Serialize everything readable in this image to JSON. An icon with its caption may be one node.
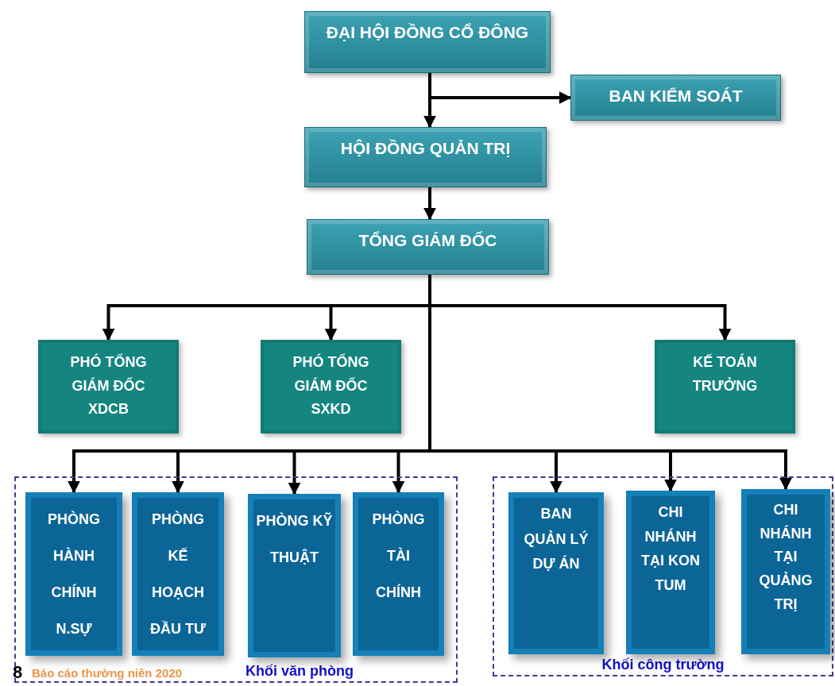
{
  "diagram": {
    "nodes": [
      {
        "text": [
          "ĐẠI HỘI ĐỒNG CỔ ĐÔNG"
        ]
      },
      {
        "text": [
          "BAN KIỂM SOÁT"
        ]
      },
      {
        "text": [
          "HỘI ĐỒNG QUẢN TRỊ"
        ]
      },
      {
        "text": [
          "TỔNG GIÁM ĐỐC"
        ]
      },
      {
        "text": [
          "PHÓ TỔNG GIÁM ĐỐC XDCB"
        ]
      },
      {
        "text": [
          "PHÓ TỔNG GIÁM ĐỐC SXKD"
        ]
      },
      {
        "text": [
          "KẾ TOÁN TRƯỞNG"
        ]
      },
      {
        "text": [
          "Khối văn phòng"
        ]
      },
      {
        "text": [
          "PHÒNG HÀNH CHÍNH N.SỰ"
        ],
        "in": 7
      },
      {
        "text": [
          "PHÒNG KẾ HOẠCH ĐẦU TƯ"
        ],
        "in": 7
      },
      {
        "text": [
          "PHÒNG KỸ THUẬT"
        ],
        "in": 7
      },
      {
        "text": [
          "PHÒNG TÀI CHÍNH"
        ],
        "in": 7
      },
      {
        "text": [
          "Khối công trường"
        ]
      },
      {
        "text": [
          "BAN QUẢN LÝ DỰ ÁN"
        ],
        "in": 12
      },
      {
        "text": [
          "CHI NHÁNH TẠI KON TUM"
        ],
        "in": 12
      },
      {
        "text": [
          "CHI NHÁNH TẠI QUẢNG TRỊ"
        ],
        "in": 12
      }
    ],
    "edges": [
      {
        "from": 0,
        "to": 1,
        "arrow": "to"
      },
      {
        "from": 0,
        "to": 2,
        "arrow": "to"
      },
      {
        "from": 2,
        "to": 3,
        "arrow": "to"
      },
      {
        "from": 3,
        "to": 4,
        "arrow": "to"
      },
      {
        "from": 3,
        "to": 5,
        "arrow": "to"
      },
      {
        "from": 3,
        "to": 6,
        "arrow": "to"
      },
      {
        "from": 3,
        "to": 8,
        "arrow": "to"
      },
      {
        "from": 3,
        "to": 9,
        "arrow": "to"
      },
      {
        "from": 3,
        "to": 10,
        "arrow": "to"
      },
      {
        "from": 3,
        "to": 11,
        "arrow": "to"
      },
      {
        "from": 3,
        "to": 13,
        "arrow": "to"
      },
      {
        "from": 3,
        "to": 14,
        "arrow": "to"
      },
      {
        "from": 3,
        "to": 15,
        "arrow": "to"
      }
    ],
    "labels": [
      "8",
      "Báo cáo thường niên 2020"
    ]
  }
}
